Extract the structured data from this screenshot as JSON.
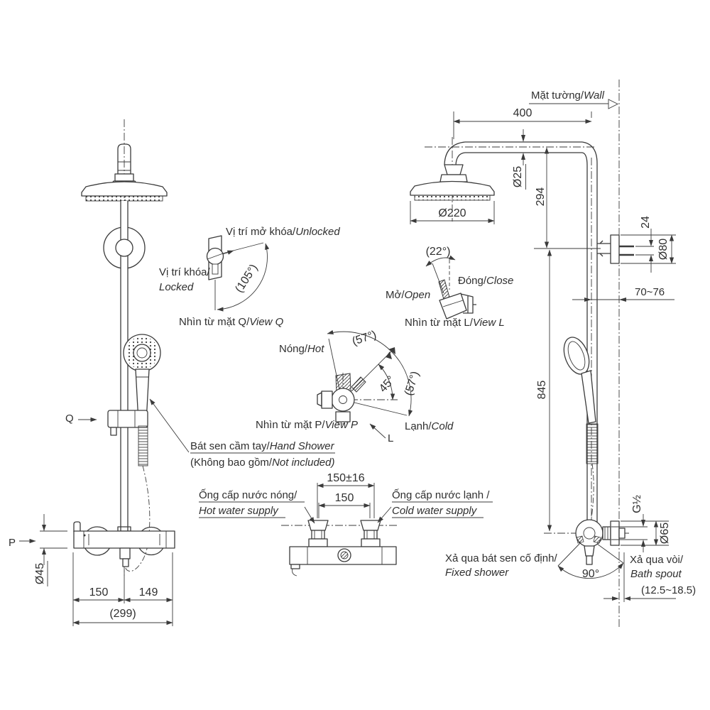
{
  "colors": {
    "background": "#ffffff",
    "line": "#3b3b3b",
    "text": "#2f2f2f"
  },
  "front_view": {
    "marker_q": "Q",
    "marker_p": "P",
    "dim_valve_dia": "Ø45",
    "dim_left": "150",
    "dim_right": "149",
    "dim_total": "(299)",
    "hand_shower_vi": "Bát sen cầm tay/",
    "hand_shower_en": "Hand Shower",
    "not_included_vi": "(Không bao gồm/",
    "not_included_en": "Not included)"
  },
  "view_q": {
    "unlocked_vi": "Vị trí mở khóa/",
    "unlocked_en": "Unlocked",
    "locked_vi": "Vị trí khóa/",
    "locked_en": "Locked",
    "angle": "(105°)",
    "title_vi": "Nhìn từ mặt Q/",
    "title_en": "View Q"
  },
  "view_l": {
    "angle": "(22°)",
    "open_vi": "Mở/",
    "open_en": "Open",
    "close_vi": "Đóng/",
    "close_en": "Close",
    "title_vi": "Nhìn từ mặt L/",
    "title_en": "View L"
  },
  "view_p": {
    "angle_hot": "(57°)",
    "angle_cold": "(57°)",
    "angle_mid": "45°",
    "hot_vi": "Nóng/",
    "hot_en": "Hot",
    "cold_vi": "Lạnh/",
    "cold_en": "Cold",
    "title_vi": "Nhìn từ mặt P/",
    "title_en": "View P",
    "marker_l": "L"
  },
  "supply_view": {
    "dim_tol": "150±16",
    "dim_nom": "150",
    "hot_vi": "Ống cấp nước nóng/",
    "hot_en": "Hot water supply",
    "cold_vi": "Ống cấp nước lạnh /",
    "cold_en": "Cold water supply"
  },
  "side_view": {
    "wall_vi": "Mặt tường/",
    "wall_en": "Wall",
    "dim_arm": "400",
    "dim_pipe_dia": "Ø25",
    "dim_head_dia": "Ø220",
    "dim_drop": "294",
    "dim_bolt": "24",
    "dim_flange_dia": "Ø80",
    "dim_offset": "70~76",
    "dim_column": "845",
    "dim_thread": "G½",
    "dim_valve_flange_dia": "Ø65",
    "dim_swivel": "90°",
    "dim_spout": "(12.5~18.5)",
    "fixed_vi": "Xả qua bát sen cố định/",
    "fixed_en": "Fixed shower",
    "spout_vi": "Xả qua vòi/",
    "spout_en": "Bath spout"
  }
}
